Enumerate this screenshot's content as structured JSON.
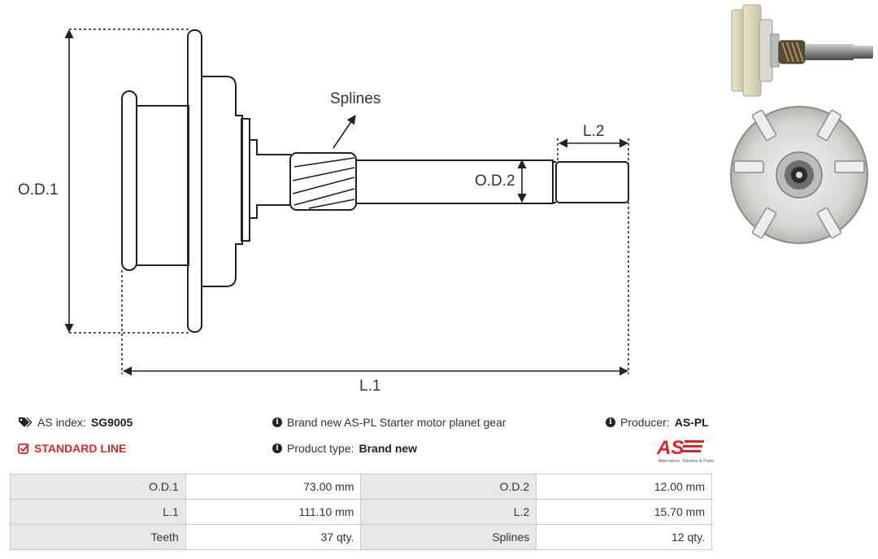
{
  "diagram": {
    "labels": {
      "od1": "O.D.1",
      "od2": "O.D.2",
      "l1": "L.1",
      "l2": "L.2",
      "splines": "Splines"
    }
  },
  "info": {
    "index_prefix": "AS index:",
    "index_value": "SG9005",
    "line_label": "STANDARD LINE",
    "description": "Brand new AS-PL Starter motor planet gear",
    "product_type_prefix": "Product type:",
    "product_type_value": "Brand new",
    "producer_prefix": "Producer:",
    "producer_value": "AS-PL"
  },
  "logo": {
    "text": "AS",
    "tagline": "Alternators, Starters & Parts",
    "color": "#d62828"
  },
  "specs": [
    {
      "k1": "O.D.1",
      "v1": "73.00 mm",
      "k2": "O.D.2",
      "v2": "12.00 mm"
    },
    {
      "k1": "L.1",
      "v1": "111.10 mm",
      "k2": "L.2",
      "v2": "15.70 mm"
    },
    {
      "k1": "Teeth",
      "v1": "37 qty.",
      "k2": "Splines",
      "v2": "12 qty."
    }
  ],
  "icons": {
    "tags": "tags-icon",
    "info": "info-icon",
    "check": "check-square-icon"
  }
}
